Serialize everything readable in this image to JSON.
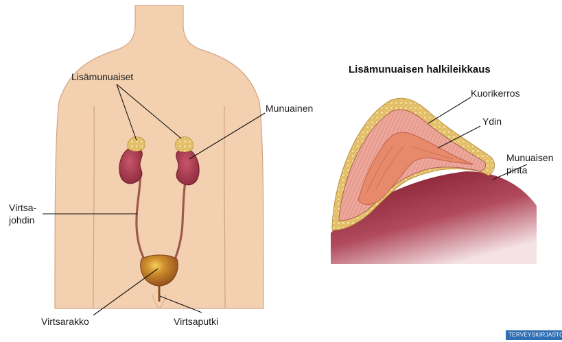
{
  "diagram": {
    "labels": {
      "adrenal_glands": "Lisämunuaiset",
      "kidney": "Munuainen",
      "ureter_line1": "Virtsa-",
      "ureter_line2": "johdin",
      "bladder": "Virtsarakko",
      "urethra": "Virtsaputki"
    },
    "cross_section": {
      "title": "Lisämunuaisen halkileikkaus",
      "cortex": "Kuorikerros",
      "medulla": "Ydin",
      "kidney_surface_line1": "Munuaisen",
      "kidney_surface_line2": "pinta"
    },
    "brand": "TERVEYSKIRJASTO",
    "brand_icon": "f"
  },
  "colors": {
    "skin": "#f3d0b0",
    "skin_outline": "#d3a584",
    "kidney": "#a53c4e",
    "adrenal": "#e6c36c",
    "cortex": "#eda398",
    "medulla": "#e78a6c",
    "kidney_surface": "#8e1f35"
  }
}
